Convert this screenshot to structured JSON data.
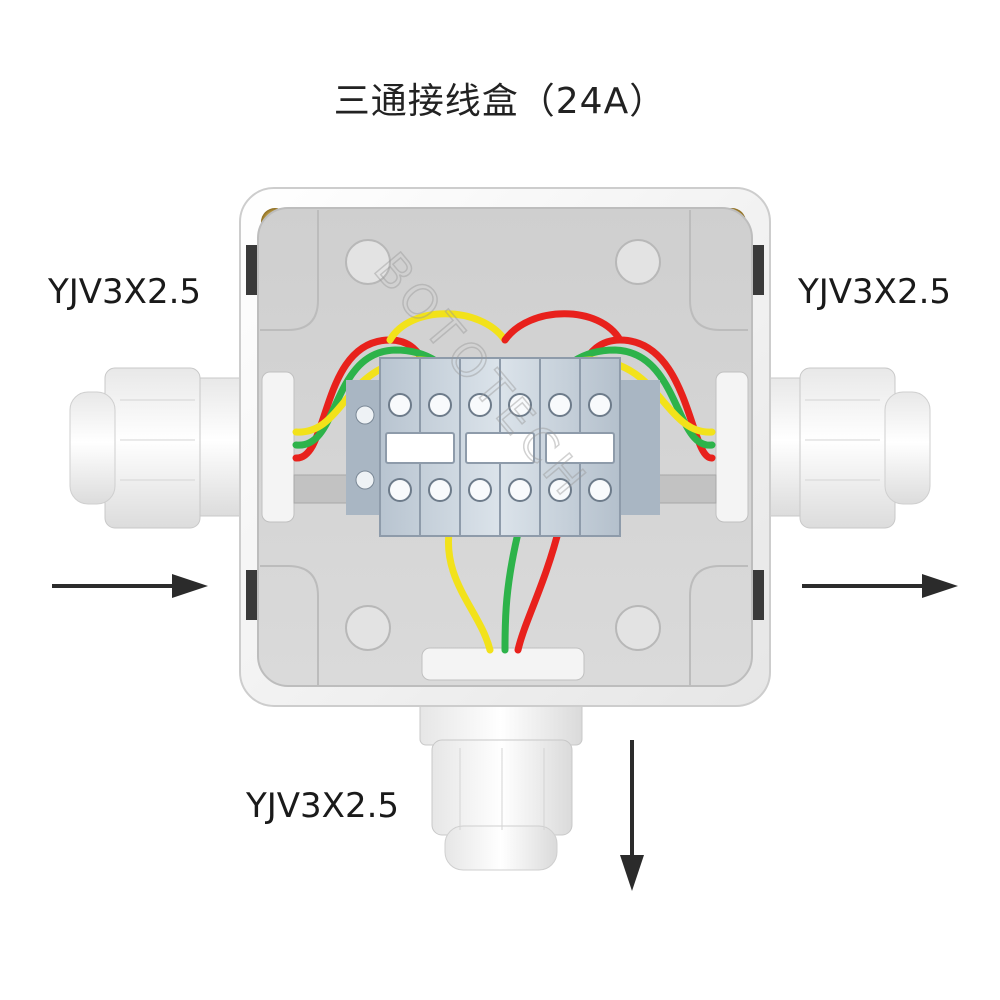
{
  "title": "三通接线盒（24A）",
  "cables": {
    "left": "YJV3X2.5",
    "right": "YJV3X2.5",
    "bottom": "YJV3X2.5"
  },
  "watermark": "BOTOTECH",
  "colors": {
    "wire_red": "#e8211c",
    "wire_yellow": "#f2e21a",
    "wire_green": "#2db34a",
    "terminal": "#c9d3de",
    "box": "#f4f4f4",
    "interior": "#d5d5d5"
  },
  "terminal_block": {
    "poles": 6
  }
}
